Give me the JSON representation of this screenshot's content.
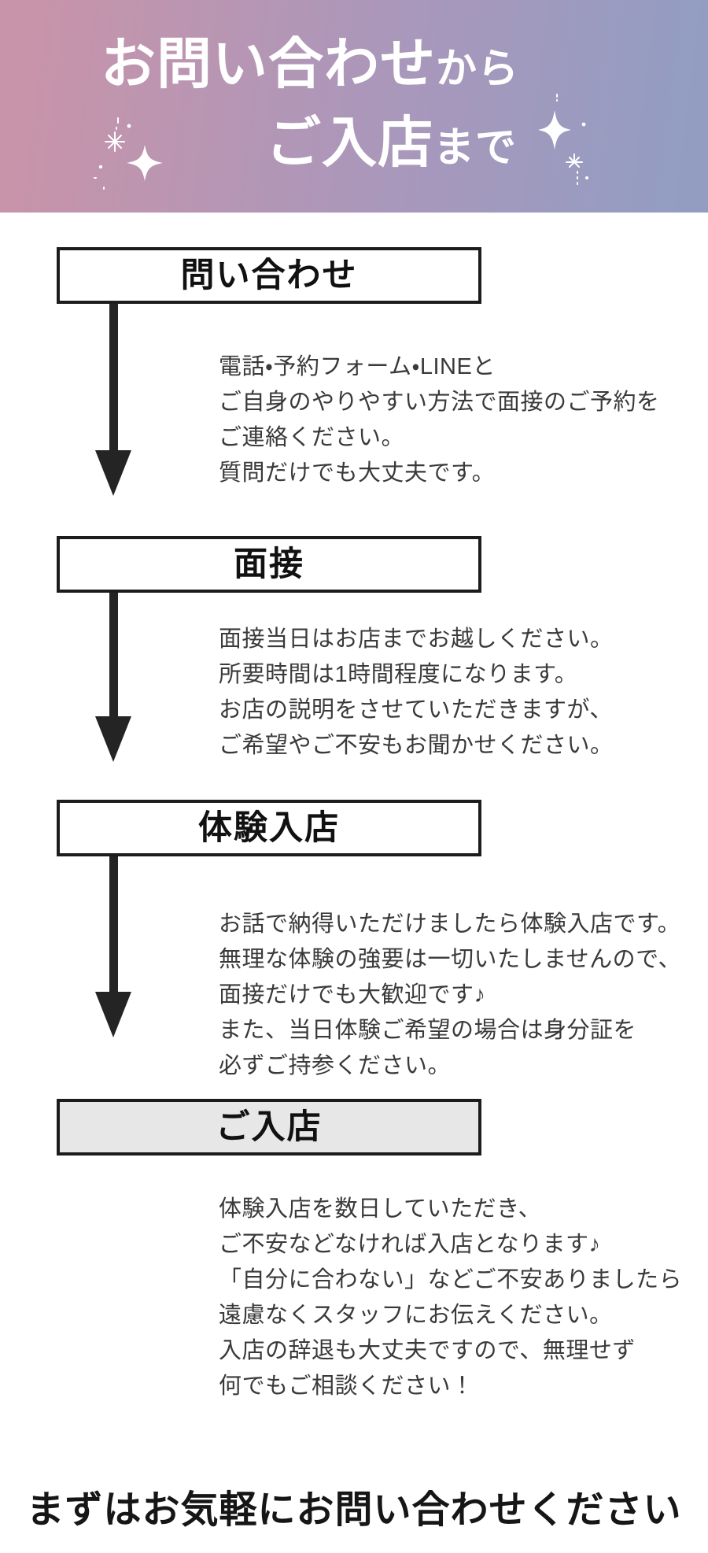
{
  "header": {
    "line1_main": "お問い合わせ",
    "line1_suffix": "から",
    "line2_main": "ご入店",
    "line2_suffix": "まで"
  },
  "steps": [
    {
      "label": "問い合わせ",
      "lines": [
        "電話・予約フォーム・LINEと",
        "ご自身のやりやすい方法で面接のご予約を",
        "ご連絡ください。",
        "質問だけでも大丈夫です。"
      ]
    },
    {
      "label": "面接",
      "lines": [
        "面接当日はお店までお越しください。",
        "所要時間は1時間程度になります。",
        "お店の説明をさせていただきますが、",
        "ご希望やご不安もお聞かせください。"
      ]
    },
    {
      "label": "体験入店",
      "lines": [
        "お話で納得いただけましたら体験入店です。",
        "無理な体験の強要は一切いたしませんので、",
        "面接だけでも大歓迎です♪",
        "また、当日体験ご希望の場合は身分証を",
        "必ずご持参ください。"
      ]
    },
    {
      "label": "ご入店",
      "lines": [
        "体験入店を数日していただき、",
        "ご不安などなければ入店となります♪",
        "「自分に合わない」などご不安ありましたら",
        "遠慮なくスタッフにお伝えください。",
        "入店の辞退も大丈夫ですので、無理せず",
        "何でもご相談ください！"
      ]
    }
  ],
  "footer": {
    "message": "まずはお気軽にお問い合わせください"
  },
  "icons": {
    "left_decoration": "sparkle-cluster",
    "right_decoration": "sparkle-cluster"
  },
  "colors": {
    "gradient_left": "#c794aa",
    "gradient_right": "#939dc2",
    "box_border": "#1c1c1c",
    "final_box_fill": "#e7e7e7",
    "arrow": "#242424",
    "body_text": "#3a3a3a",
    "title_text": "#ffffff"
  }
}
